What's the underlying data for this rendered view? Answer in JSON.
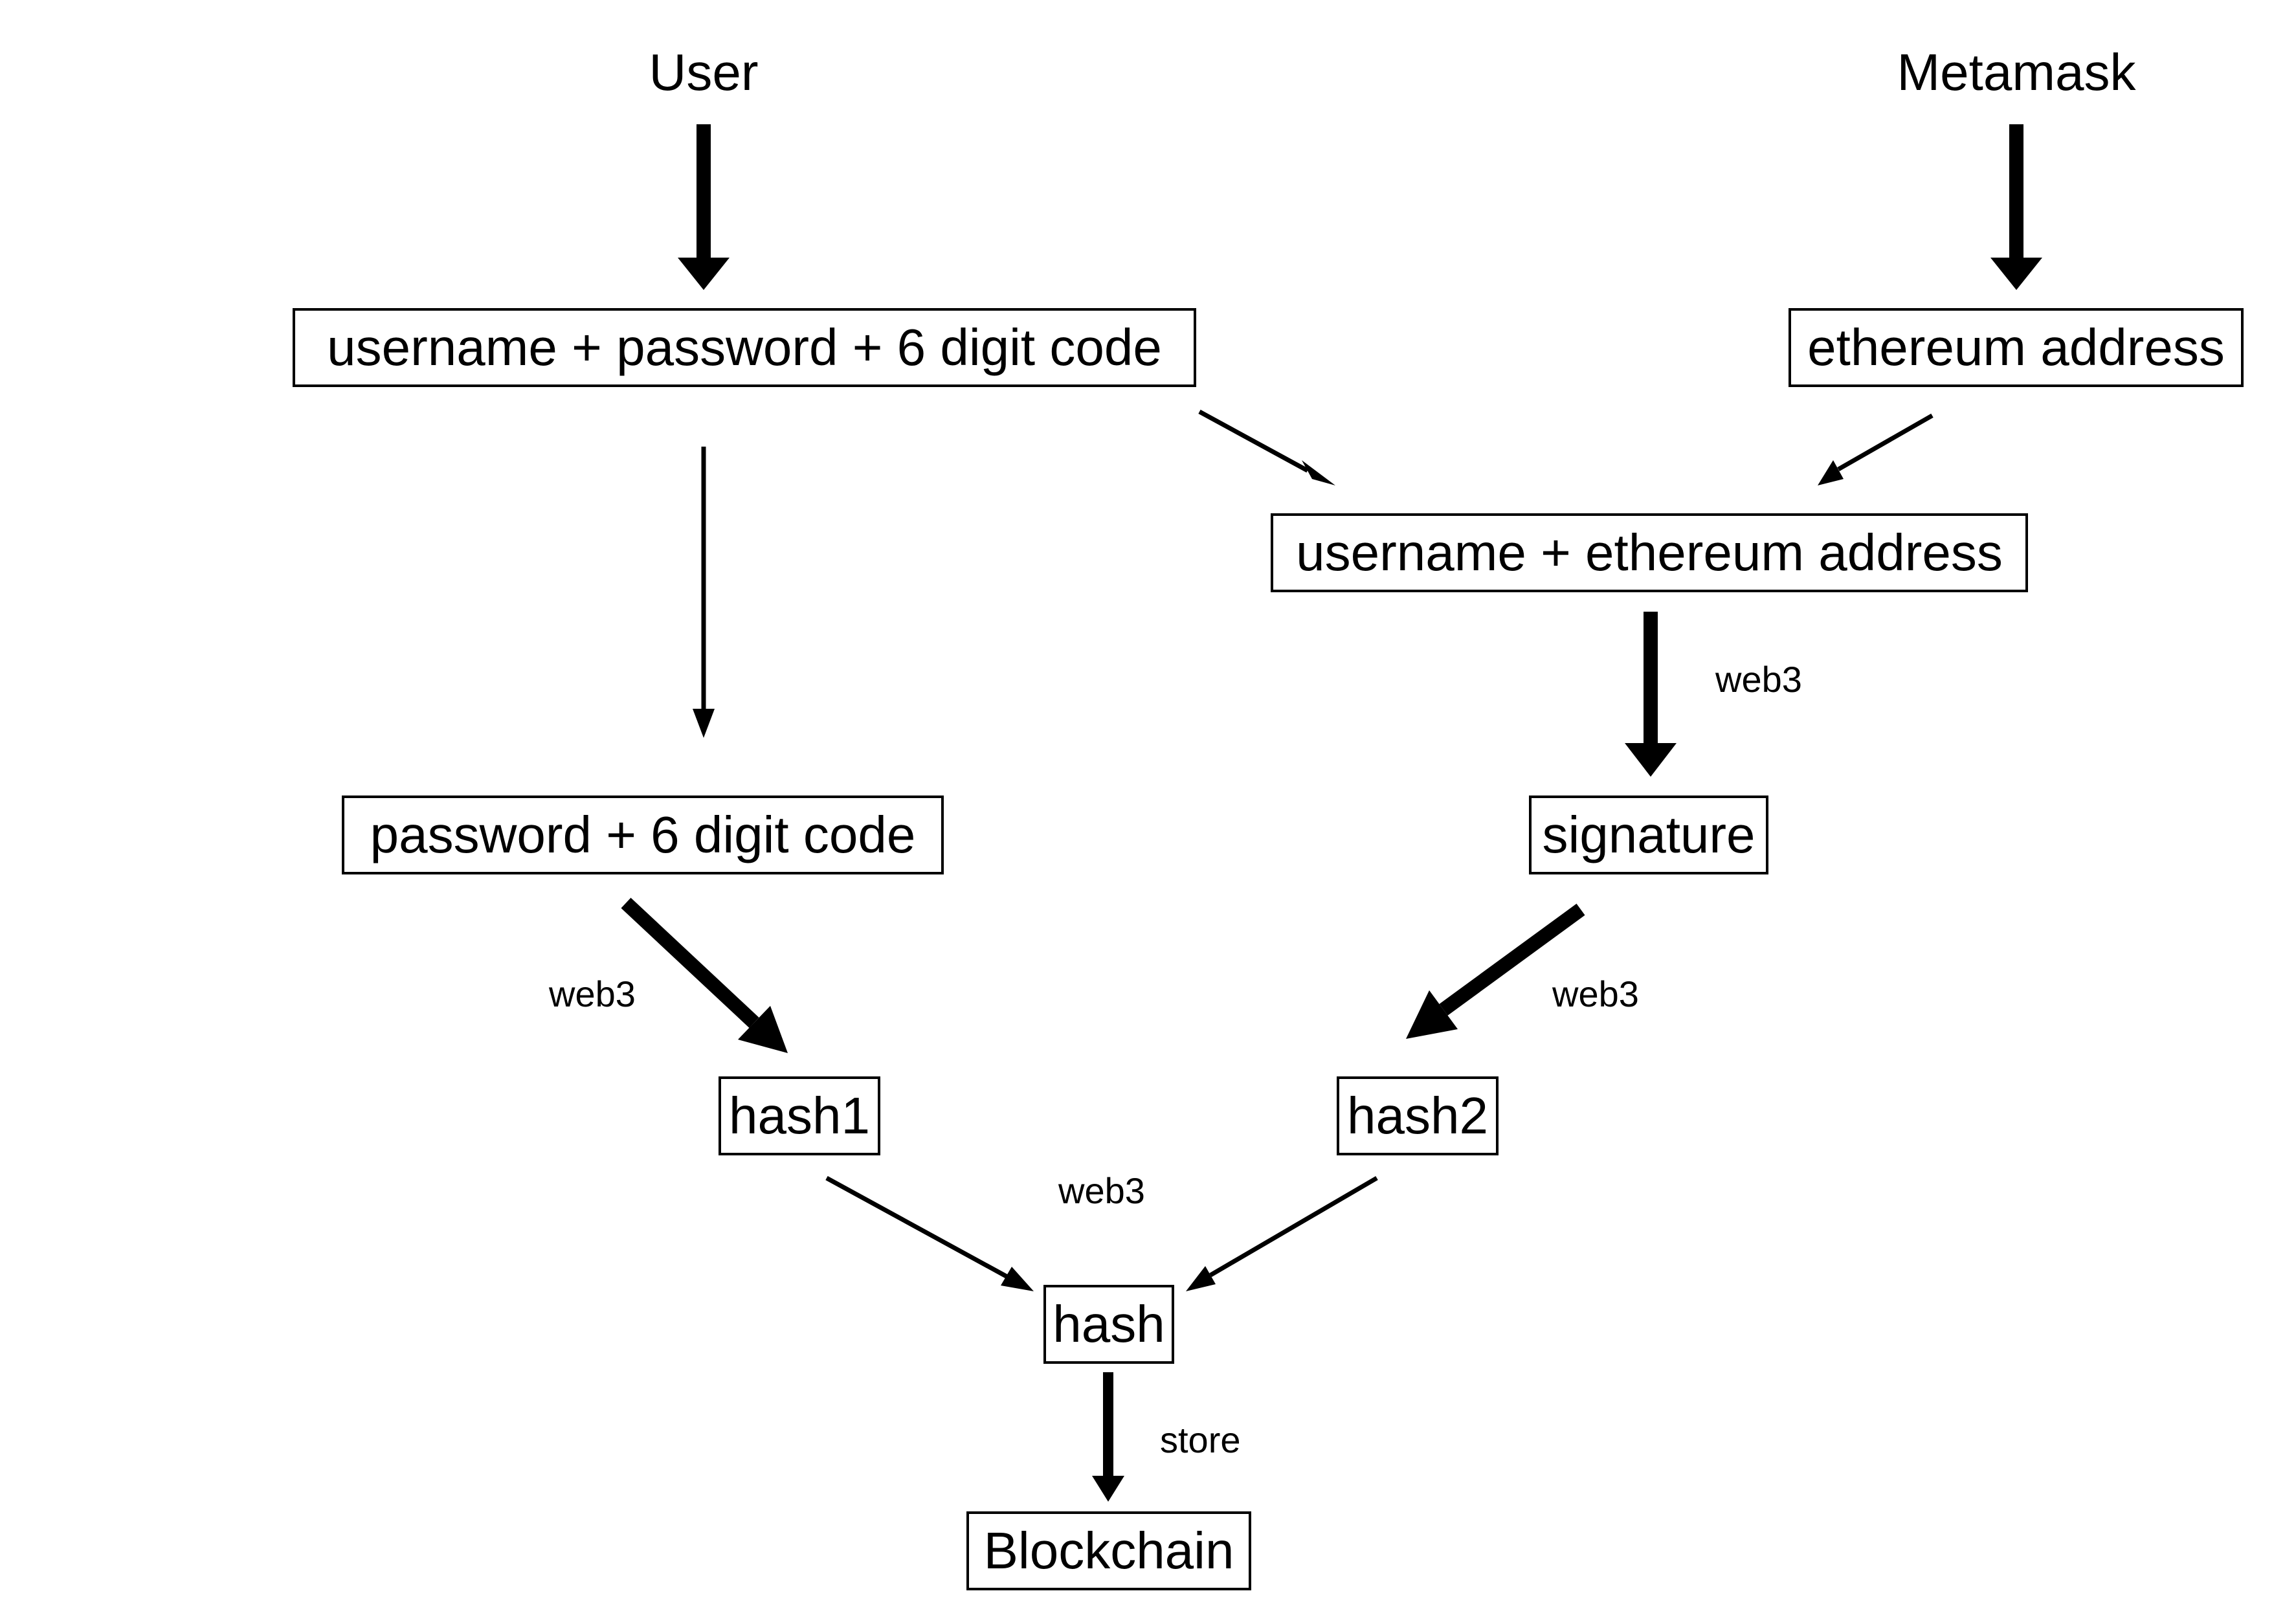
{
  "sources": {
    "user": "User",
    "metamask": "Metamask"
  },
  "nodes": {
    "credentials": "username + password + 6 digit code",
    "eth_address": "ethereum address",
    "username_eth": "username + ethereum address",
    "password_code": "password + 6 digit code",
    "signature": "signature",
    "hash1": "hash1",
    "hash2": "hash2",
    "hash": "hash",
    "blockchain": "Blockchain"
  },
  "edge_labels": {
    "web3_signature": "web3",
    "web3_hash1": "web3",
    "web3_hash2": "web3",
    "web3_hash": "web3",
    "store": "store"
  },
  "colors": {
    "stroke": "#000000",
    "background": "#ffffff"
  }
}
